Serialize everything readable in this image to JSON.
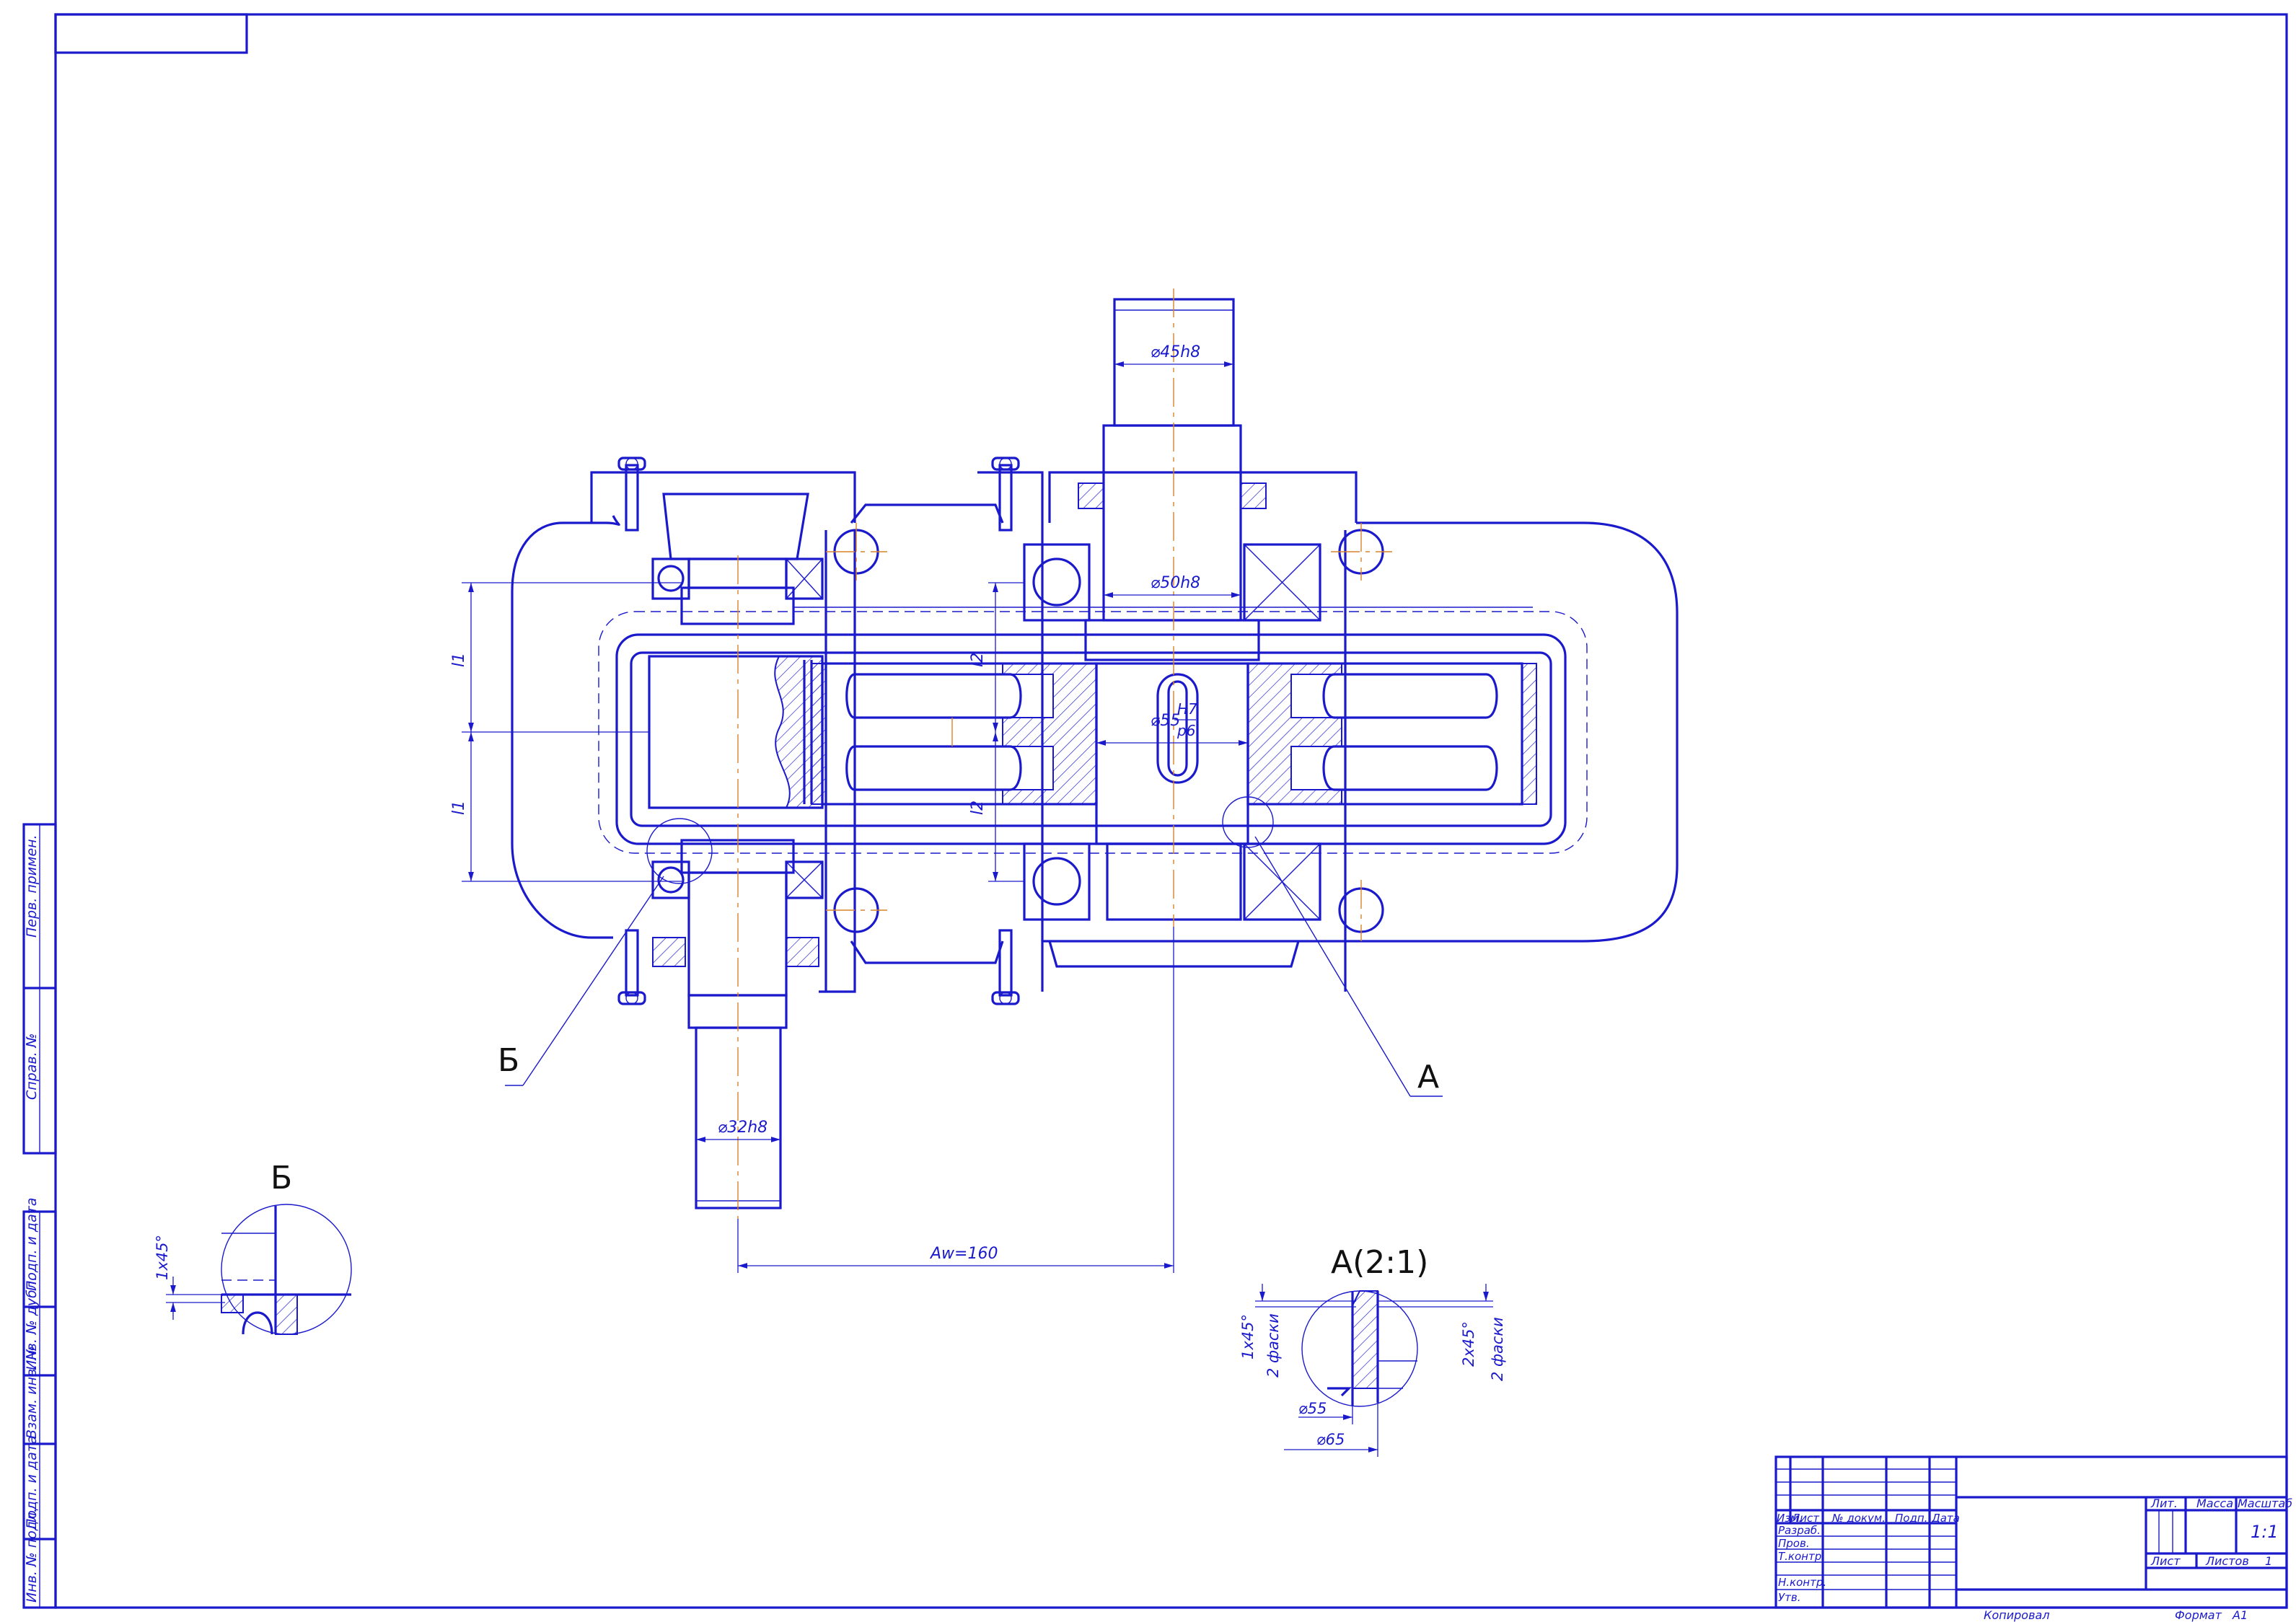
{
  "dimensions": {
    "output_shaft_end": "⌀45h8",
    "output_shaft_bearing": "⌀50h8",
    "gear_fit_main": "⌀55",
    "gear_fit_num": "H7",
    "gear_fit_den": "p6",
    "input_shaft_end": "⌀32h8",
    "center_distance": "Aw=160",
    "l1": "l1",
    "l2": "l2"
  },
  "callouts": {
    "view_a": "А",
    "view_b": "Б",
    "detail_a_title": "А(2:1)",
    "detail_b_title": "Б"
  },
  "detail_a": {
    "chamfer_left": "1х45°",
    "chamfer_left_note": "2 фаски",
    "chamfer_right": "2х45°",
    "chamfer_right_note": "2 фаски",
    "d_inner": "⌀55",
    "d_outer": "⌀65"
  },
  "detail_b": {
    "chamfer": "1х45°"
  },
  "side_stamp": {
    "upper": [
      "Перв. примен.",
      "Справ. №"
    ],
    "lower": [
      "Подп. и дата",
      "Инв. № дубл.",
      "Взам. инв. №",
      "Подп. и дата",
      "Инв. № подл."
    ]
  },
  "title_block": {
    "headers": [
      "Изм.",
      "Лист",
      "№ докум.",
      "Подп.",
      "Дата"
    ],
    "roles": [
      "Разраб.",
      "Пров.",
      "Т.контр.",
      "",
      "Н.контр.",
      "Утв."
    ],
    "lit_label": "Лит.",
    "mass_label": "Масса",
    "scale_label": "Масштаб",
    "scale_value": "1:1",
    "sheet_label": "Лист",
    "sheets_label": "Листов",
    "sheets_value": "1"
  },
  "footer": {
    "copied": "Копировал",
    "format_label": "Формат",
    "format_value": "А1"
  }
}
